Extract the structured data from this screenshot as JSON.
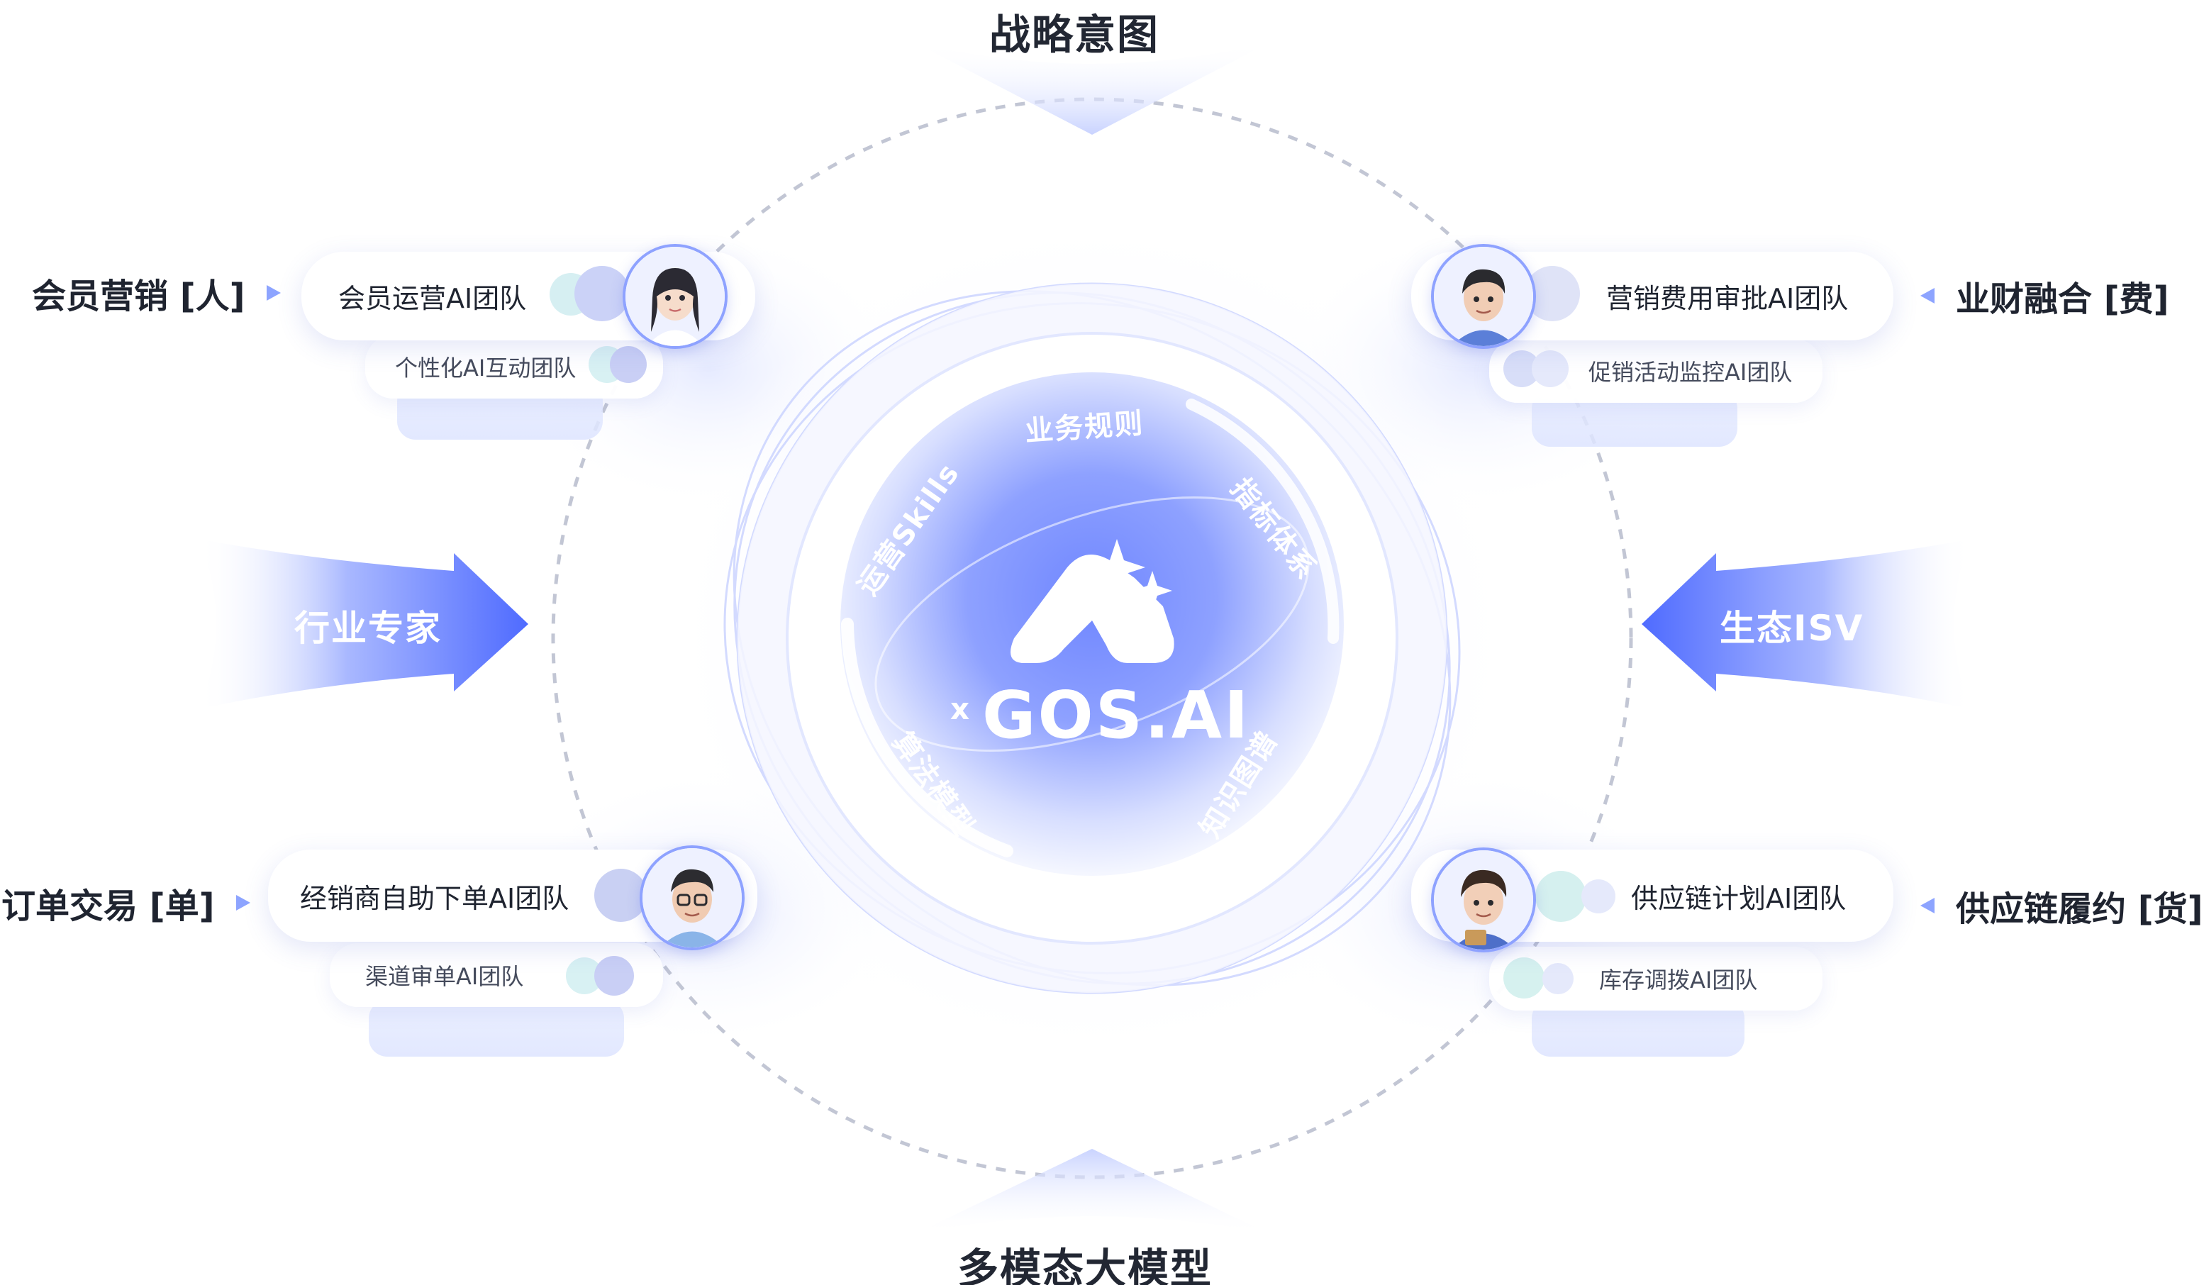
{
  "top_title": "战略意图",
  "bottom_title": "多模态大模型",
  "center": {
    "brand_prefix": "x",
    "brand_name": "GOS.AI",
    "logo_icon": "sparkle-a-logo-icon",
    "ring_labels": {
      "top": "业务规则",
      "top_left": "运营Skills",
      "top_right": "指标体系",
      "bottom_left": "算法模型",
      "bottom_right": "知识图谱"
    }
  },
  "arrows": {
    "left": "行业专家",
    "right": "生态ISV"
  },
  "quadrants": {
    "top_left": {
      "category": "会员营销 [人]",
      "main_team": "会员运营AI团队",
      "sub_team": "个性化AI互动团队"
    },
    "top_right": {
      "category": "业财融合 [费]",
      "main_team": "营销费用审批AI团队",
      "sub_team": "促销活动监控AI团队"
    },
    "bottom_left": {
      "category": "订单交易 [单]",
      "main_team": "经销商自助下单AI团队",
      "sub_team": "渠道审单AI团队"
    },
    "bottom_right": {
      "category": "供应链履约 [货]",
      "main_team": "供应链计划AI团队",
      "sub_team": "库存调拨AI团队"
    }
  },
  "colors": {
    "accent": "#4f6bff",
    "accent_light": "#8da4ff",
    "text_dark": "#1f2430",
    "center_core": "#5a78ff"
  }
}
